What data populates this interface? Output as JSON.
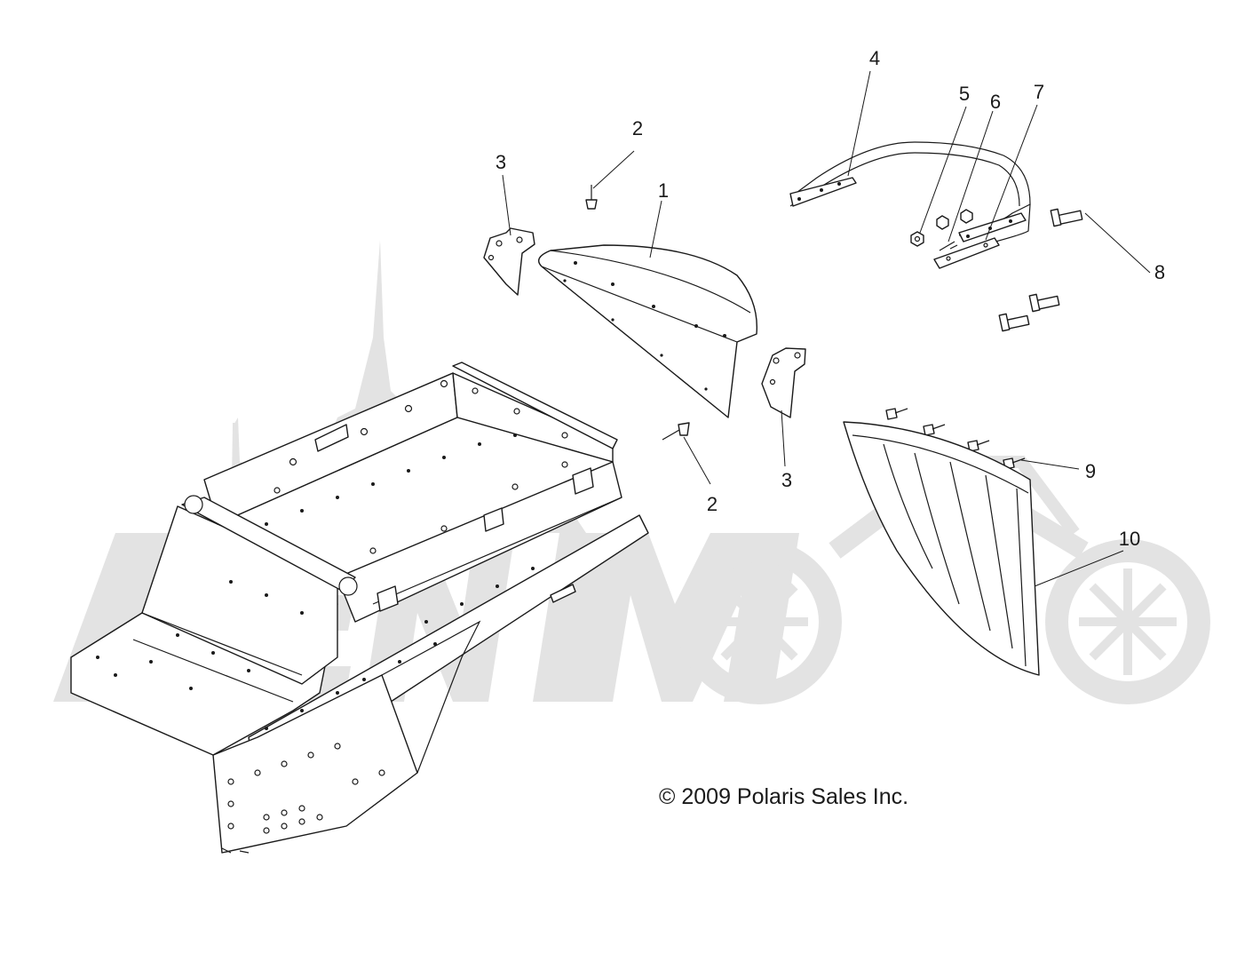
{
  "diagram": {
    "copyright": "© 2009 Polaris Sales Inc.",
    "callouts": [
      "1",
      "2",
      "2",
      "3",
      "3",
      "4",
      "5",
      "6",
      "7",
      "8",
      "9",
      "10"
    ]
  }
}
